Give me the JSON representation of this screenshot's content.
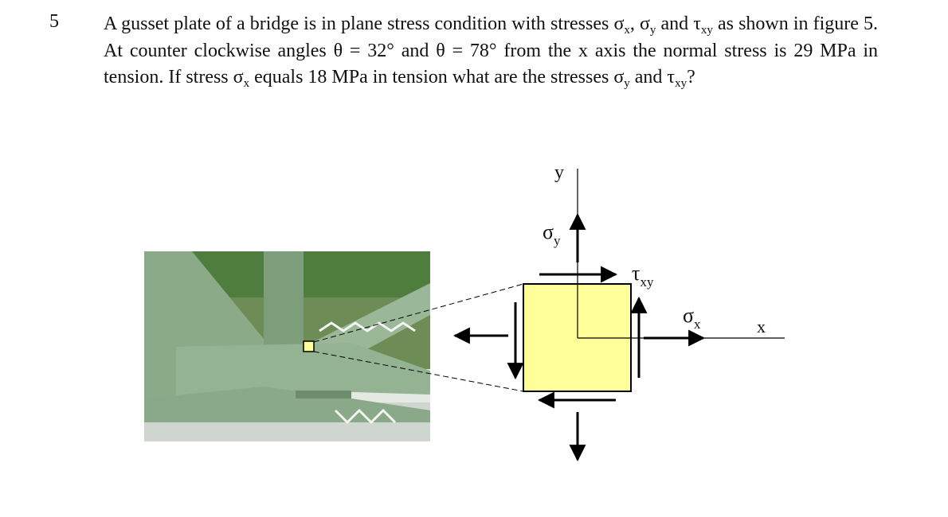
{
  "question": {
    "number": "5",
    "segments": [
      {
        "t": "A gusset plate of a bridge is in plane stress condition with stresses σ"
      },
      {
        "sub": "x"
      },
      {
        "t": ", σ"
      },
      {
        "sub": "y"
      },
      {
        "t": " and τ"
      },
      {
        "sub": "xy"
      },
      {
        "t": " as shown in figure 5. At counter clockwise angles θ = 32° and θ = 78° from the x axis the normal stress is 29 MPa in tension. If stress σ"
      },
      {
        "sub": "x"
      },
      {
        "t": " equals 18 MPa in tension what are the stresses σ"
      },
      {
        "sub": "y"
      },
      {
        "t": " and τ"
      },
      {
        "sub": "xy"
      },
      {
        "t": "?"
      }
    ]
  },
  "figure": {
    "axis_y_label": "y",
    "axis_x_label": "x",
    "sigma_y_symbol": "σ",
    "sigma_y_sub": "y",
    "tau_symbol": "τ",
    "tau_sub": "xy",
    "sigma_x_symbol": "σ",
    "sigma_x_sub": "x",
    "colors": {
      "element_fill": "#ffff99",
      "steel_green": "#8fae8c",
      "water": "#6f8f5a",
      "trees": "#4a7a3a",
      "sky": "#e8ece8"
    }
  }
}
